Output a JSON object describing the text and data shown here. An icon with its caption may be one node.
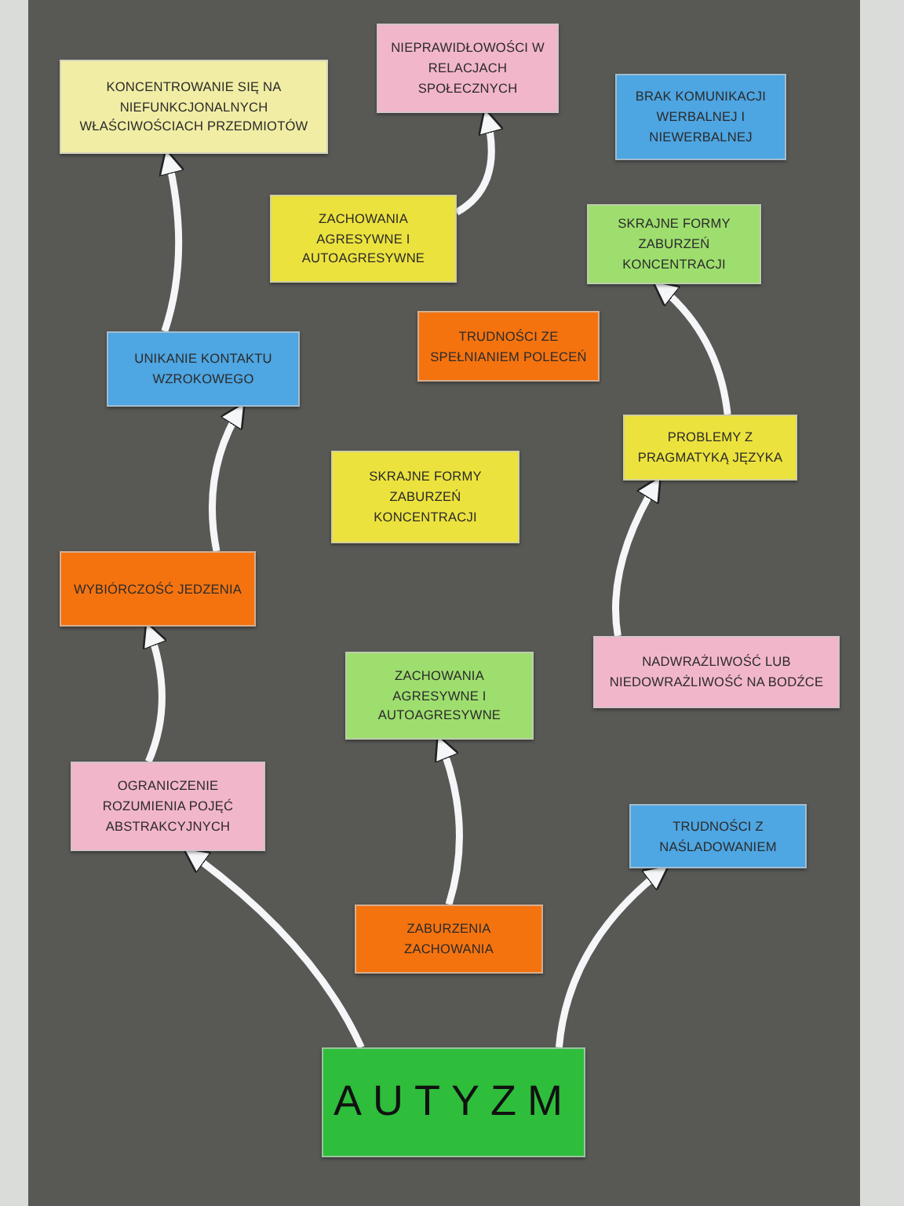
{
  "diagram": {
    "nodes": [
      {
        "text": [
          "NIEPRAWIDŁOWOŚCI W RELACJACH SPOŁECZNYCH"
        ]
      },
      {
        "text": [
          "KONCENTROWANIE SIĘ NA NIEFUNKCJONALNYCH WŁAŚCIWOŚCIACH PRZEDMIOTÓW"
        ]
      },
      {
        "text": [
          "BRAK KOMUNIKACJI WERBALNEJ I NIEWERBALNEJ"
        ]
      },
      {
        "text": [
          "ZACHOWANIA AGRESYWNE I AUTOAGRESYWNE"
        ]
      },
      {
        "text": [
          "SKRAJNE FORMY ZABURZEŃ KONCENTRACJI"
        ]
      },
      {
        "text": [
          "TRUDNOŚCI ZE SPEŁNIANIEM POLECEŃ"
        ]
      },
      {
        "text": [
          "UNIKANIE KONTAKTU WZROKOWEGO"
        ]
      },
      {
        "text": [
          "PROBLEMY Z PRAGMATYKĄ JĘZYKA"
        ]
      },
      {
        "text": [
          "SKRAJNE FORMY ZABURZEŃ KONCENTRACJI"
        ]
      },
      {
        "text": [
          "WYBIÓRCZOŚĆ JEDZENIA"
        ]
      },
      {
        "text": [
          "NADWRAŻLIWOŚĆ LUB NIEDOWRAŻLIWOŚĆ NA BODŹCE"
        ]
      },
      {
        "text": [
          "ZACHOWANIA AGRESYWNE I AUTOAGRESYWNE"
        ]
      },
      {
        "text": [
          "OGRANICZENIE ROZUMIENIA POJĘĆ ABSTRAKCYJNYCH"
        ]
      },
      {
        "text": [
          "TRUDNOŚCI Z NAŚLADOWANIEM"
        ]
      },
      {
        "text": [
          "ZABURZENIA ZACHOWANIA"
        ]
      },
      {
        "text": [
          "AUTYZM"
        ]
      }
    ],
    "edges": [
      {
        "from": 15,
        "to": 12,
        "arrow": "to"
      },
      {
        "from": 12,
        "to": 9,
        "arrow": "to"
      },
      {
        "from": 9,
        "to": 6,
        "arrow": "to"
      },
      {
        "from": 6,
        "to": 1,
        "arrow": "to"
      },
      {
        "from": 14,
        "to": 11,
        "arrow": "to"
      },
      {
        "from": 3,
        "to": 0,
        "arrow": "to"
      },
      {
        "from": 15,
        "to": 13,
        "arrow": "to"
      },
      {
        "from": 10,
        "to": 7,
        "arrow": "to"
      },
      {
        "from": 7,
        "to": 4,
        "arrow": "to"
      }
    ]
  }
}
